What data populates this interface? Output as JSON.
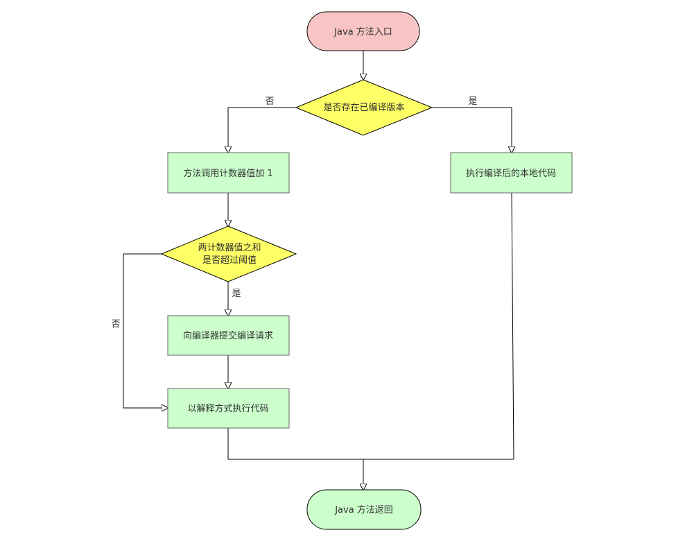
{
  "nodes": {
    "start": {
      "label": "Java 方法入口",
      "fill": "#f8c5c4"
    },
    "has_compiled": {
      "label": "是否存在已编译版本",
      "fill": "#ffff66"
    },
    "counter_inc": {
      "label": "方法调用计数器值加 1",
      "fill": "#ccffcc"
    },
    "exec_native": {
      "label": "执行编译后的本地代码",
      "fill": "#ccffcc"
    },
    "threshold": {
      "line1": "两计数器值之和",
      "line2": "是否超过阈值",
      "fill": "#ffff66"
    },
    "submit": {
      "label": "向编译器提交编译请求",
      "fill": "#ccffcc"
    },
    "interpret": {
      "label": "以解释方式执行代码",
      "fill": "#ccffcc"
    },
    "end": {
      "label": "Java 方法返回",
      "fill": "#ccffcc"
    }
  },
  "edge_labels": {
    "no_compiled": "否",
    "yes_compiled": "是",
    "yes_threshold": "是",
    "no_threshold": "否"
  }
}
